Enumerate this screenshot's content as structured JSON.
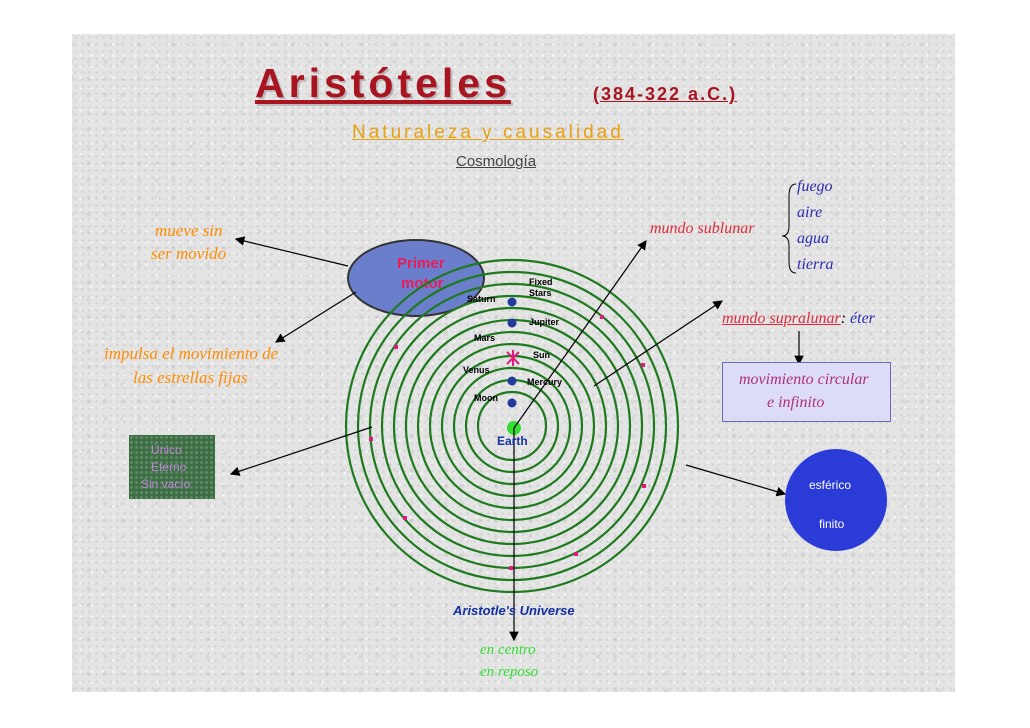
{
  "title": "Aristóteles",
  "years": "(384-322 a.C.)",
  "subtitle": "Naturaleza y causalidad",
  "section": "Cosmología",
  "left": {
    "mueve_line1": "mueve sin",
    "mueve_line2": "ser movido",
    "impulsa_line1": "impulsa el movimiento de",
    "impulsa_line2": "las estrellas fijas",
    "box_line1": "Único",
    "box_line2": "Eterno",
    "box_line3": "Sin vacío"
  },
  "motor": {
    "line1": "Primer",
    "line2": "motor"
  },
  "right": {
    "sublunar": "mundo sublunar",
    "elements": [
      "fuego",
      "aire",
      "agua",
      "tierra"
    ],
    "supralunar": "mundo supralunar",
    "supralunar_sep": ":",
    "eter": "éter",
    "circ_line1": "movimiento circular",
    "circ_line2": "e infinito",
    "sphere_line1": "esférico",
    "sphere_line2": "finito"
  },
  "bottom": {
    "line1": "en centro",
    "line2": "en reposo"
  },
  "diagram": {
    "caption": "Aristotle's Universe",
    "earth": "Earth",
    "moon": "Moon",
    "venus": "Venus",
    "mercury": "Mercury",
    "mars": "Mars",
    "sun": "Sun",
    "jupiter": "Jupiter",
    "saturn": "Saturn",
    "fixed1": "Fixed",
    "fixed2": "Stars"
  },
  "colors": {
    "title": "#a81420",
    "orbit": "#1e7a1e",
    "accent": "#ff8c00",
    "sublunar": "#e02b3c",
    "sphere": "#2b3bd8"
  }
}
